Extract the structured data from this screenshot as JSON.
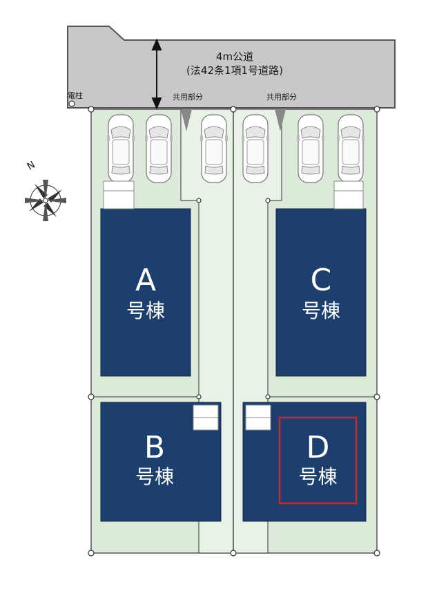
{
  "road": {
    "line1": "4m公道",
    "line2": "(法42条1項1号道路)"
  },
  "utility_pole_label": "電柱",
  "shared_area_labels": [
    "共用部分",
    "共用部分"
  ],
  "compass_label": "N",
  "buildings": [
    {
      "letter": "A",
      "word": "号棟"
    },
    {
      "letter": "B",
      "word": "号棟"
    },
    {
      "letter": "C",
      "word": "号棟"
    },
    {
      "letter": "D",
      "word": "号棟",
      "highlighted": true
    }
  ],
  "colors": {
    "road": "#c8c8c8",
    "lot": "#dcebd9",
    "building": "#1c3f6e",
    "highlight": "#d2232a"
  }
}
